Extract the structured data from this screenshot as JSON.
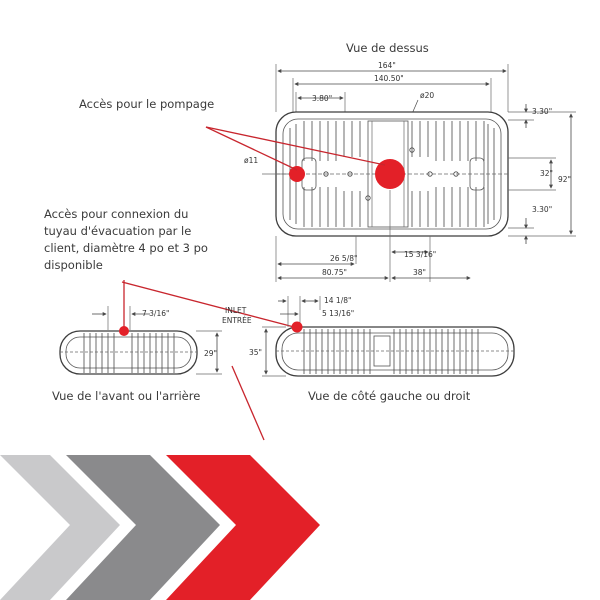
{
  "labels": {
    "top_view": "Vue de dessus",
    "pumping_access": "Accès pour le pompage",
    "client_access_line1": "Accès pour connexion du",
    "client_access_line2": "tuyau d'évacuation par le",
    "client_access_line3": "client, diamètre 4 po et 3 po",
    "client_access_line4": "disponible",
    "front_view": "Vue de l'avant ou l'arrière",
    "side_view": "Vue de côté gauche ou droit",
    "inlet": "INLET",
    "entree": "ENTRÉE"
  },
  "dimensions": {
    "top_overall": "164\"",
    "top_inner": "140.50\"",
    "top_left_offset": "3.80\"",
    "top_port_dia": "ø20",
    "top_small_dia": "ø11",
    "right_top": "3.30\"",
    "right_mid": "32\"",
    "right_overall": "92\"",
    "right_bottom": "3.30\"",
    "bottom_a": "26 5/8\"",
    "bottom_b": "15 3/16\"",
    "bottom_c": "80.75\"",
    "bottom_d": "38\"",
    "front_offset": "7 3/16\"",
    "front_height": "29\"",
    "side_a": "14 1/8\"",
    "side_b": "5 13/16\"",
    "side_height": "35\""
  },
  "colors": {
    "accent_red": "#e32028",
    "chevron_light": "#c9c9cb",
    "chevron_mid": "#8a8a8c",
    "line": "#4a4a4a"
  }
}
